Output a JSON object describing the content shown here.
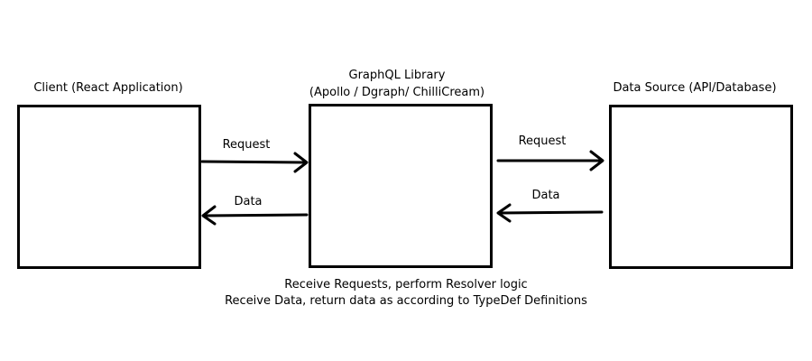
{
  "diagram": {
    "client": {
      "label": "Client (React Application)"
    },
    "library": {
      "label_line1": "GraphQL Library",
      "label_line2": "(Apollo / Dgraph/ ChilliCream)"
    },
    "datasource": {
      "label": "Data Source (API/Database)"
    },
    "arrows": {
      "client_to_library": "Request",
      "library_to_client": "Data",
      "library_to_source": "Request",
      "source_to_library": "Data"
    },
    "caption": {
      "line1": "Receive Requests, perform Resolver logic",
      "line2": "Receive Data, return data as according to TypeDef Definitions"
    }
  }
}
